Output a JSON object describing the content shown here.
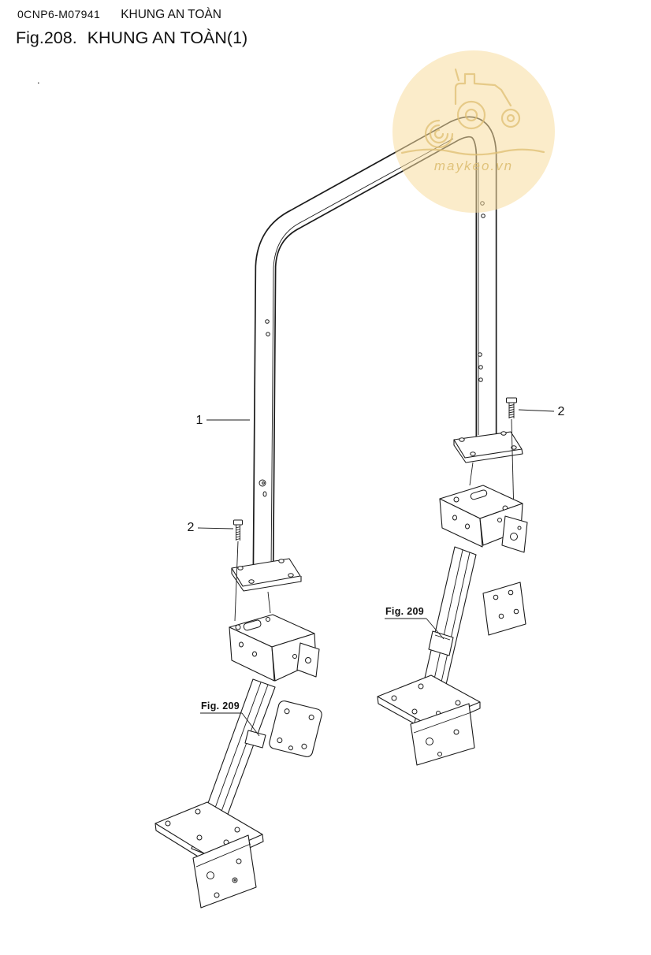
{
  "header": {
    "doc_code": "0CNP6-M07941",
    "doc_title": "KHUNG AN TOÀN"
  },
  "figure": {
    "label": "Fig.208.",
    "title": "KHUNG AN TOÀN(1)"
  },
  "stray_mark": ".",
  "diagram": {
    "callout_frame": "1",
    "callout_bolt_left": "2",
    "callout_bolt_right": "2",
    "ref_bracket_left": "Fig. 209",
    "ref_bracket_right": "Fig. 209"
  },
  "watermark": {
    "text": "maykeo.vn",
    "bg_color": "#F7DD9E",
    "ink_color": "#DFBF72",
    "text_color": "#DCBC6E"
  },
  "colors": {
    "ink": "#1b1b1b",
    "paper": "#ffffff"
  }
}
